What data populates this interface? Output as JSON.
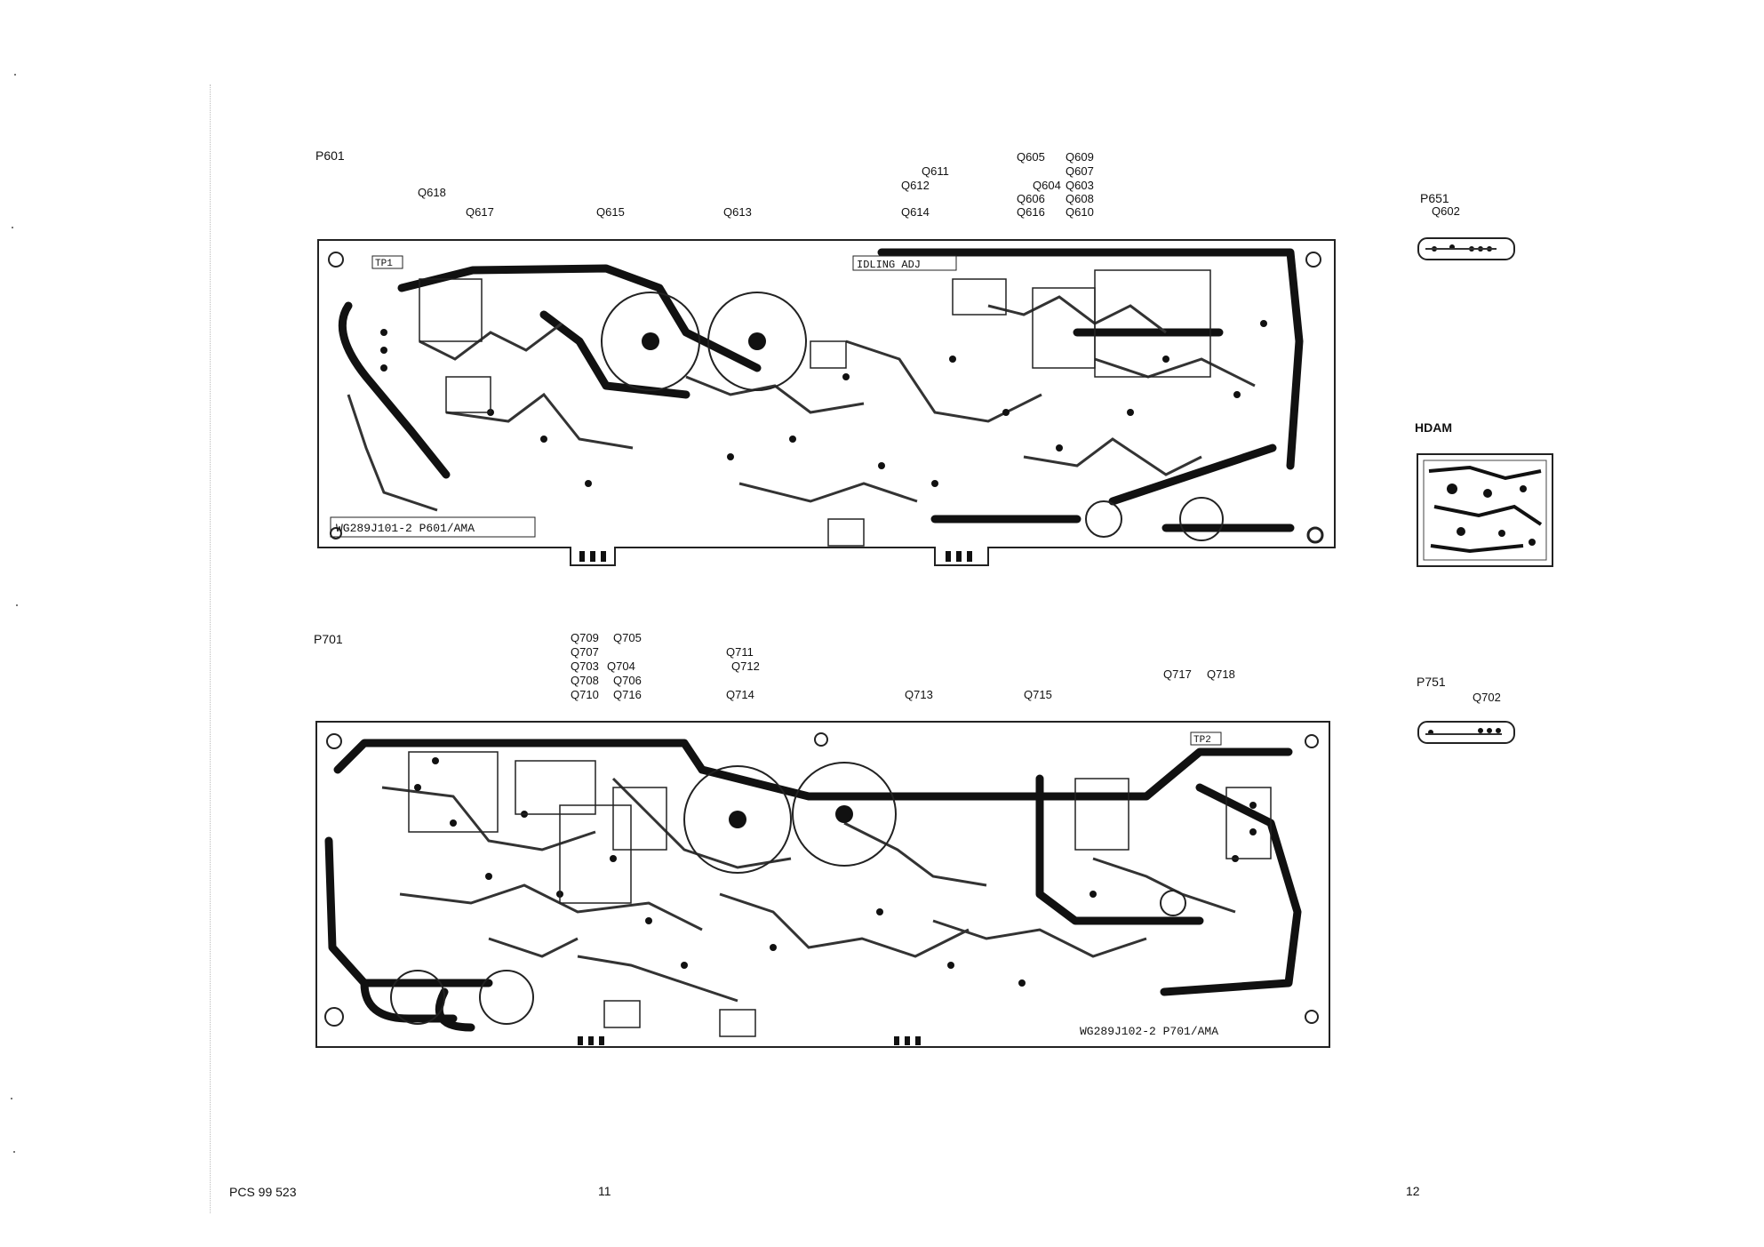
{
  "footer": {
    "doc_code": "PCS 99 523",
    "page_left": "11",
    "page_right": "12"
  },
  "boards": {
    "p601": {
      "name": "P601",
      "silk_id": "WG289J101-2  P601/AMA",
      "test_point": "TP1",
      "adj_label": "IDLING ADJ",
      "labels": {
        "q618": "Q618",
        "q617": "Q617",
        "q615": "Q615",
        "q613": "Q613",
        "q611": "Q611",
        "q612": "Q612",
        "q614": "Q614",
        "q605": "Q605",
        "q609": "Q609",
        "q607": "Q607",
        "q604": "Q604",
        "q603": "Q603",
        "q606": "Q606",
        "q608": "Q608",
        "q616": "Q616",
        "q610": "Q610"
      }
    },
    "p651": {
      "name": "P651",
      "labels": {
        "q602": "Q602"
      }
    },
    "hdam": {
      "name": "HDAM"
    },
    "p701": {
      "name": "P701",
      "silk_id": "WG289J102-2  P701/AMA",
      "test_point": "TP2",
      "labels": {
        "q709": "Q709",
        "q705": "Q705",
        "q707": "Q707",
        "q703": "Q703",
        "q704": "Q704",
        "q708": "Q708",
        "q706": "Q706",
        "q710": "Q710",
        "q716": "Q716",
        "q711": "Q711",
        "q712": "Q712",
        "q714": "Q714",
        "q713": "Q713",
        "q715": "Q715",
        "q717": "Q717",
        "q718": "Q718"
      }
    },
    "p751": {
      "name": "P751",
      "labels": {
        "q702": "Q702"
      }
    }
  }
}
